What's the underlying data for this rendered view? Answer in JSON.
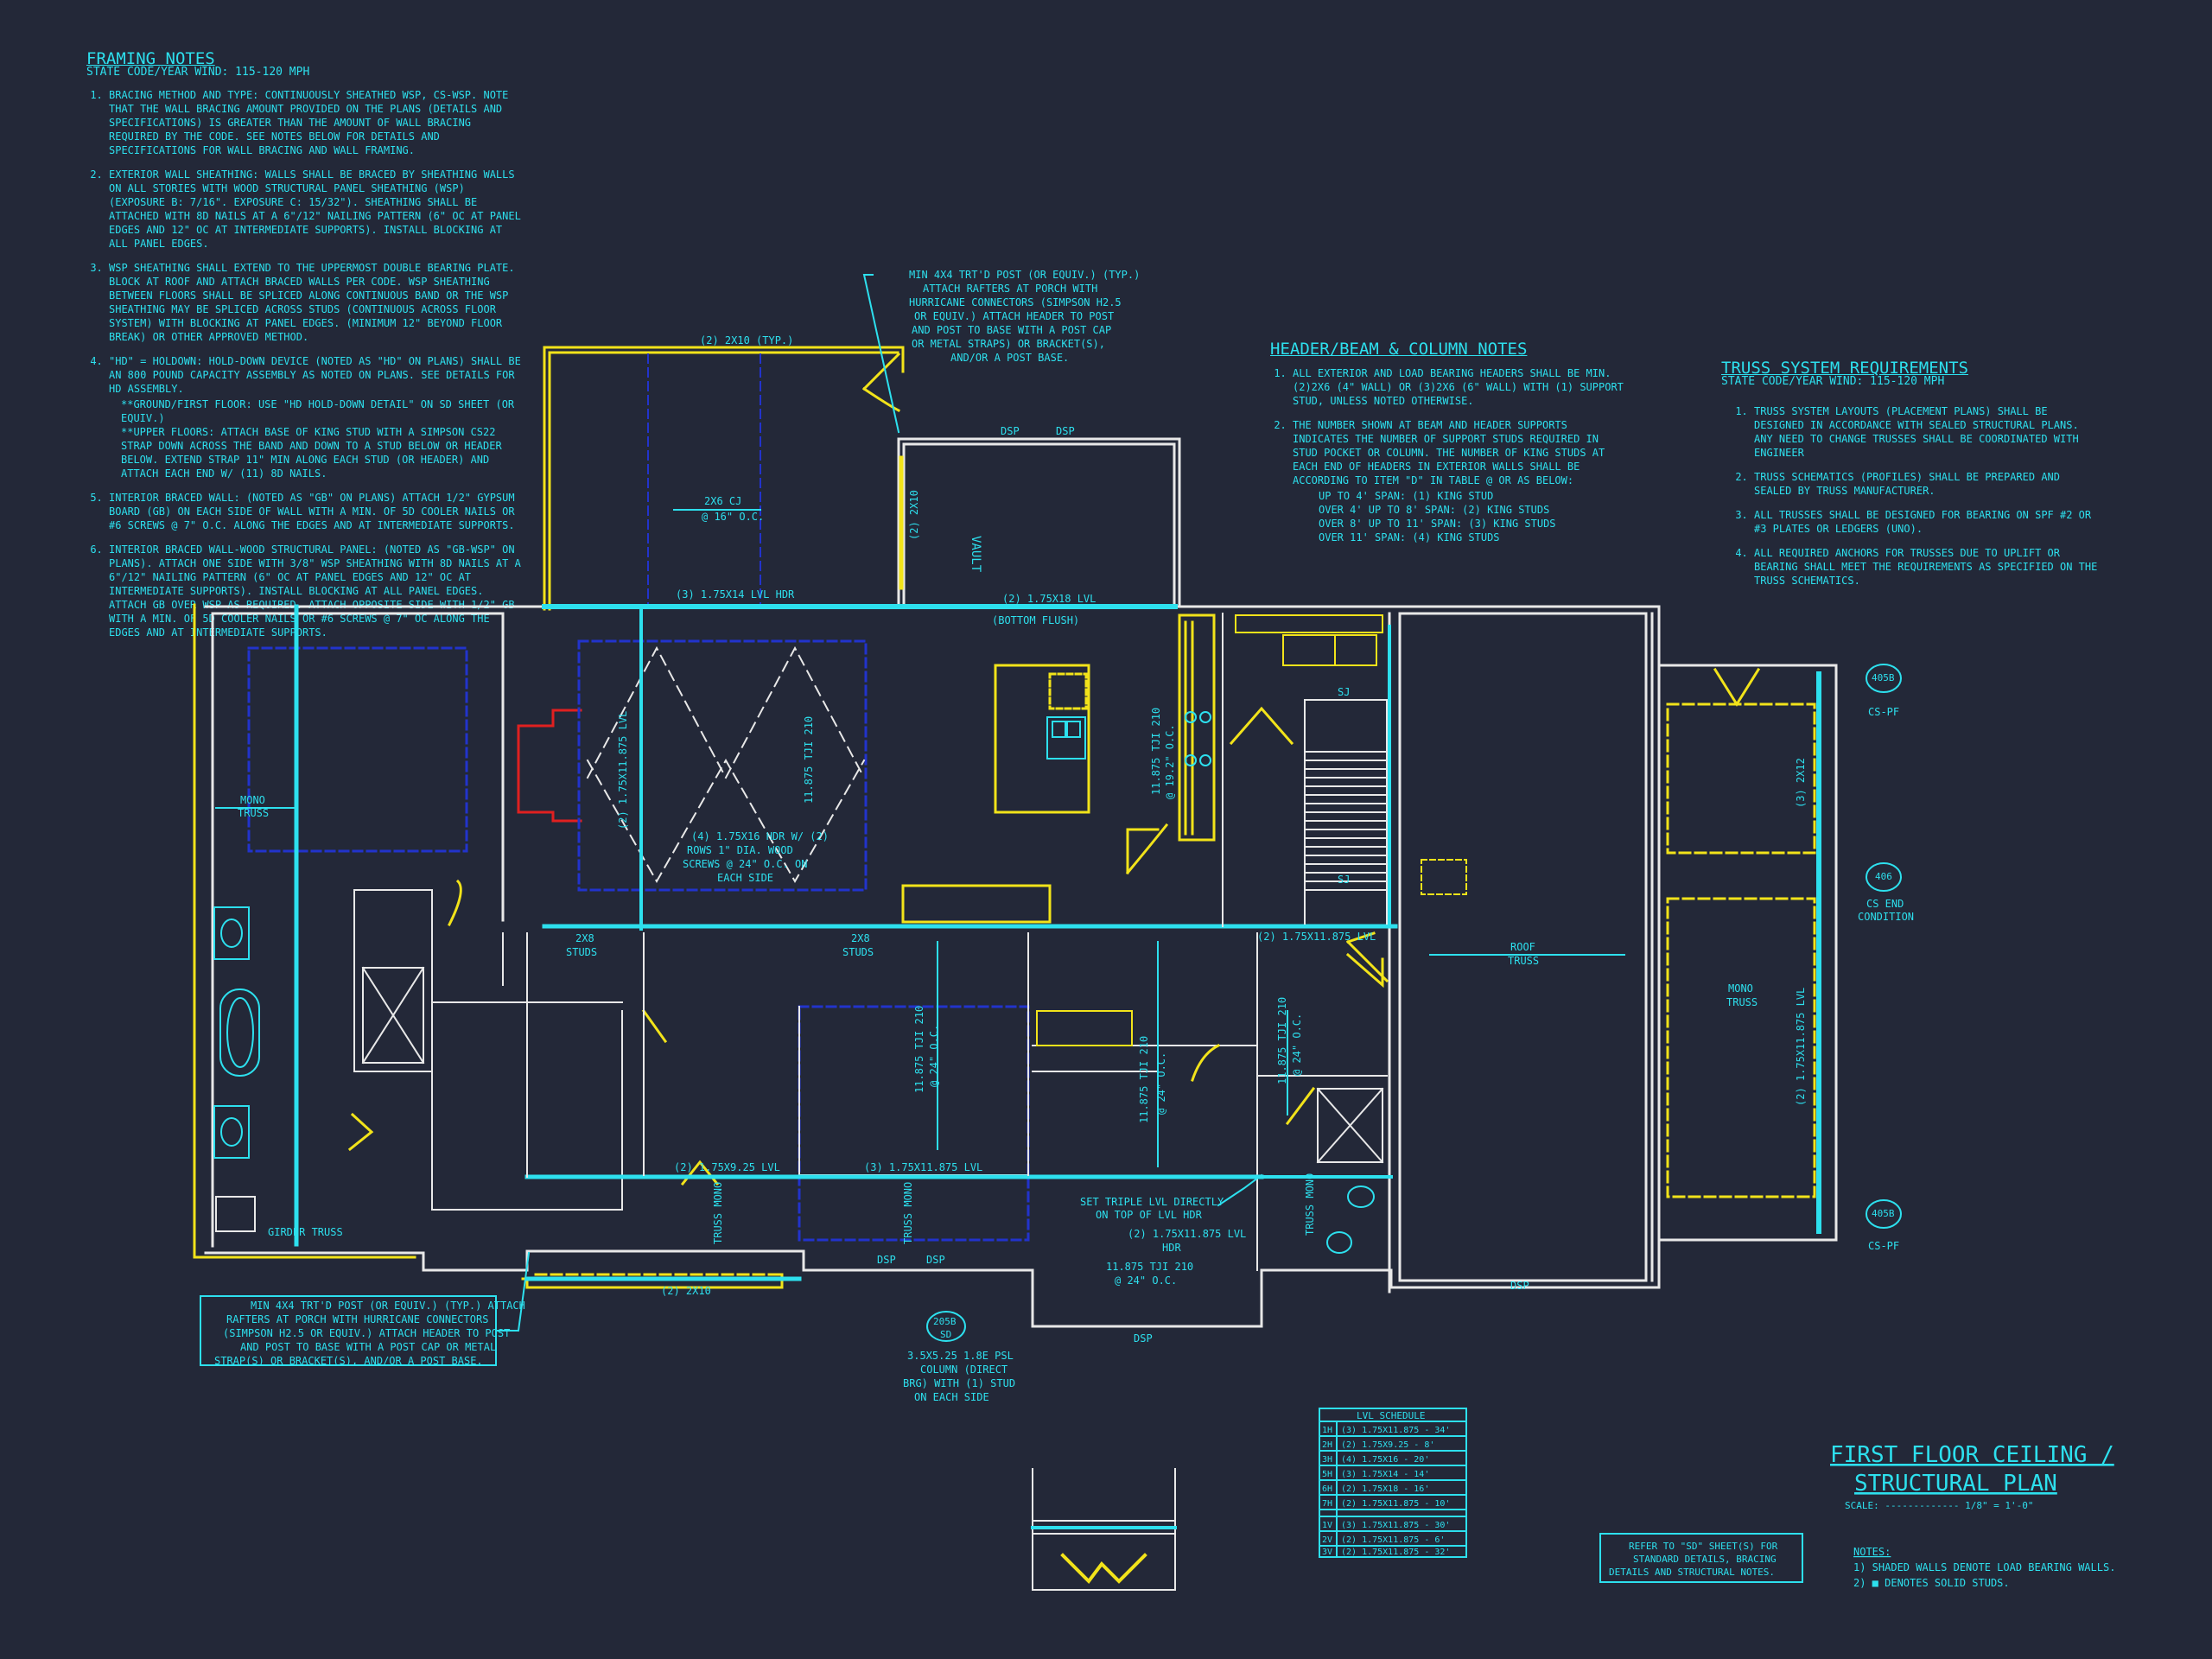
{
  "framing_notes": {
    "title": "FRAMING NOTES",
    "subtitle": "STATE CODE/YEAR Wind: 115-120 mph",
    "items": [
      "BRACING METHOD AND TYPE: CONTINUOUSLY SHEATHED WSP, CS-WSP. NOTE THAT THE WALL BRACING AMOUNT PROVIDED ON THE PLANS (DETAILS AND SPECIFICATIONS) IS GREATER THAN THE AMOUNT OF WALL BRACING REQUIRED BY THE CODE. SEE NOTES BELOW FOR DETAILS AND SPECIFICATIONS FOR WALL BRACING AND WALL FRAMING.",
      "EXTERIOR WALL SHEATHING: WALLS SHALL BE BRACED BY SHEATHING WALLS ON ALL STORIES WITH WOOD STRUCTURAL PANEL SHEATHING (WSP) (EXPOSURE B: 7/16\". EXPOSURE C: 15/32\"). SHEATHING SHALL BE ATTACHED WITH 8d NAILS AT A 6\"/12\" NAILING PATTERN (6\" OC AT PANEL EDGES AND 12\" OC AT INTERMEDIATE SUPPORTS). INSTALL BLOCKING AT ALL PANEL EDGES.",
      "WSP SHEATHING SHALL EXTEND TO THE UPPERMOST DOUBLE BEARING PLATE. BLOCK AT ROOF AND ATTACH BRACED WALLS PER CODE. WSP SHEATHING BETWEEN FLOORS SHALL BE SPLICED ALONG CONTINUOUS BAND OR THE WSP SHEATHING MAY BE SPLICED ACROSS STUDS (CONTINUOUS ACROSS FLOOR SYSTEM) WITH BLOCKING AT PANEL EDGES. (MINIMUM 12\" BEYOND FLOOR BREAK) OR OTHER APPROVED METHOD.",
      "\"HD\" = HOLDOWN: HOLD-DOWN DEVICE (NOTED AS \"HD\" ON PLANS) SHALL BE AN 800 POUND CAPACITY ASSEMBLY AS NOTED ON PLANS. SEE DETAILS FOR HD ASSEMBLY.",
      "INTERIOR BRACED WALL: (NOTED AS \"GB\" ON PLANS) ATTACH 1/2\" GYPSUM BOARD (GB) ON EACH SIDE OF WALL WITH A MIN. OF 5d COOLER NAILS OR #6 SCREWS @ 7\" O.C. ALONG THE EDGES AND AT INTERMEDIATE SUPPORTS.",
      "INTERIOR BRACED WALL-WOOD STRUCTURAL PANEL: (NOTED AS \"GB-WSP\" ON PLANS). ATTACH ONE SIDE WITH 3/8\" WSP SHEATHING WITH 8d NAILS AT A 6\"/12\" NAILING PATTERN (6\" OC AT PANEL EDGES AND 12\" OC AT INTERMEDIATE SUPPORTS). INSTALL BLOCKING AT ALL PANEL EDGES. ATTACH GB OVER WSP AS REQUIRED. ATTACH OPPOSITE SIDE WITH 1/2\" GB WITH A MIN. OF 5d COOLER NAILS OR #6 SCREWS @ 7\" OC ALONG THE EDGES AND AT INTERMEDIATE SUPPORTS."
    ],
    "sub_items": [
      "**GROUND/FIRST FLOOR: USE \"HD HOLD-DOWN DETAIL\" ON SD SHEET (OR EQUIV.)",
      "**UPPER FLOORS: ATTACH BASE OF KING STUD WITH A SIMPSON CS22 STRAP DOWN ACROSS THE BAND AND DOWN TO A STUD BELOW OR HEADER BELOW. EXTEND STRAP 11\" MIN ALONG EACH STUD (OR HEADER) AND ATTACH EACH END W/ (11) 8d NAILS."
    ]
  },
  "header_notes": {
    "title": "HEADER/BEAM & COLUMN NOTES",
    "items": [
      "ALL EXTERIOR AND LOAD BEARING HEADERS SHALL BE MIN. (2)2x6 (4\" WALL) OR (3)2x6 (6\" WALL) WITH (1) SUPPORT STUD, UNLESS NOTED OTHERWISE.",
      "THE NUMBER SHOWN AT BEAM AND HEADER SUPPORTS INDICATES THE NUMBER OF SUPPORT STUDS REQUIRED IN STUD POCKET OR COLUMN. THE NUMBER OF KING STUDS AT EACH END OF HEADERS IN EXTERIOR WALLS SHALL BE ACCORDING TO ITEM \"d\" IN TABLE @ OR AS BELOW:"
    ],
    "sub_items": [
      "UP TO 4' SPAN: (1) KING STUD",
      "OVER 4' UP TO 8' SPAN: (2) KING STUDS",
      "OVER 8' UP TO 11' SPAN: (3) KING STUDS",
      "OVER 11' SPAN: (4) KING STUDS"
    ]
  },
  "truss_notes": {
    "title": "TRUSS SYSTEM REQUIREMENTS",
    "subtitle": "STATE CODE/YEAR Wind: 115-120 mph",
    "items": [
      "TRUSS SYSTEM LAYOUTS (PLACEMENT PLANS) SHALL BE DESIGNED IN ACCORDANCE WITH SEALED STRUCTURAL PLANS. ANY NEED TO CHANGE TRUSSES SHALL BE COORDINATED WITH ENGINEER",
      "TRUSS SCHEMATICS (PROFILES) SHALL BE PREPARED AND SEALED BY TRUSS MANUFACTURER.",
      "ALL TRUSSES SHALL BE DESIGNED FOR BEARING ON SPF #2 OR #3 PLATES OR LEDGERS (UNO).",
      "ALL REQUIRED ANCHORS FOR TRUSSES DUE TO UPLIFT OR BEARING SHALL MEET THE REQUIREMENTS AS SPECIFIED ON THE TRUSS SCHEMATICS."
    ]
  },
  "callouts": {
    "porch_top": [
      "MIN 4x4 TRT'D POST (OR EQUIV.) (TYP.)",
      "ATTACH RAFTERS AT PORCH WITH",
      "HURRICANE CONNECTORS (SIMPSON H2.5",
      "OR EQUIV.) ATTACH HEADER TO POST",
      "AND POST TO BASE WITH A POST CAP",
      "OR METAL STRAPS) OR BRACKET(S),",
      "AND/OR A POST BASE."
    ],
    "porch_bottom": [
      "MIN 4x4 TRT'D POST (OR EQUIV.) (TYP.) ATTACH",
      "RAFTERS AT PORCH WITH HURRICANE CONNECTORS",
      "(SIMPSON H2.5 OR EQUIV.) ATTACH HEADER TO POST",
      "AND POST TO BASE WITH A POST CAP OR METAL",
      "STRAP(S) OR BRACKET(S), AND/OR A POST BASE."
    ],
    "column": [
      "3.5x5.25 1.8E PSL",
      "COLUMN (DIRECT",
      "BRG) WITH (1) STUD",
      "ON EACH SIDE"
    ],
    "triple_lvl": [
      "SET TRIPLE LVL DIRECTLY",
      "ON TOP OF LVL HDR"
    ],
    "refer_sd": [
      "REFER TO \"SD\" SHEET(S) FOR",
      "STANDARD DETAILS, BRACING",
      "DETAILS AND STRUCTURAL NOTES."
    ]
  },
  "plan_labels": {
    "porch_beam": "(2) 2x10 (TYP.)",
    "cj": "2x6 CJ",
    "cj_spacing": "@ 16\" O.C.",
    "vault": "VAULT",
    "two_2x10_vert": "(2) 2x10",
    "hdr_3_175x14": "(3) 1.75x14 LVL HDR",
    "lvl_2_175x18": "(2) 1.75x18 LVL",
    "bottom_flush": "(BOTTOM FLUSH)",
    "mono_truss": "MONO",
    "truss_word": "TRUSS",
    "lvl_4_175x16": "(4) 1.75x16 HDR w/ (2)",
    "lvl_4_note1": "ROWS 1\" DIA. WOOD",
    "lvl_4_note2": "SCREWS @ 24\" O.C. ON",
    "lvl_4_note3": "EACH SIDE",
    "studs_2x8": "2x8",
    "studs_word": "STUDS",
    "lvl_vert_a": "(2) 1.75x11.875 LVL",
    "tj_210": "11.875 TJI 210",
    "tj_210_spacing": "@ 19.2\" O.C.",
    "tj_24": "@ 24\" O.C.",
    "lvl_2_11875": "(2) 1.75x11.875 LVL",
    "lvl_3_11875": "(3) 1.75x11.875 LVL",
    "lvl_2_925": "(2) 1.75x9.25 LVL",
    "lvl_2_11875_hdr": "(2) 1.75x11.875 LVL",
    "hdr_word": "HDR",
    "roof_truss": "ROOF",
    "girder_truss": "GIRDER TRUSS",
    "two_2x12": "(3) 2x12",
    "two_2x10_bottom": "(2) 2x10",
    "dsp": "DSP",
    "sj": "SJ",
    "cs_end": "CS END",
    "condition": "CONDITION",
    "cs_pf": "CS-PF",
    "sd_405": "405B",
    "sd_406": "406",
    "sd_205": "205B",
    "sd_word": "SD",
    "truss_mono": "TRUSS MONO"
  },
  "lvl_schedule": {
    "title": "LVL SCHEDULE",
    "rows": [
      {
        "tag": "1H",
        "desc": "(3) 1.75x11.875 - 34'"
      },
      {
        "tag": "2H",
        "desc": "(2) 1.75x9.25 - 8'"
      },
      {
        "tag": "3H",
        "desc": "(4) 1.75x16 - 20'"
      },
      {
        "tag": "5H",
        "desc": "(3) 1.75x14 - 14'"
      },
      {
        "tag": "6H",
        "desc": "(2) 1.75x18 - 16'"
      },
      {
        "tag": "7H",
        "desc": "(2) 1.75x11.875 - 10'"
      },
      {
        "tag": "1V",
        "desc": "(3) 1.75x11.875 - 30'"
      },
      {
        "tag": "2V",
        "desc": "(2) 1.75x11.875 - 6'"
      },
      {
        "tag": "3V",
        "desc": "(2) 1.75x11.875 - 32'"
      }
    ]
  },
  "title_block": {
    "title_line1": "FIRST FLOOR CEILING /",
    "title_line2": "STRUCTURAL PLAN",
    "scale": "SCALE: ------------- 1/8\" = 1'-0\""
  },
  "legend": {
    "title": "NOTES:",
    "item1": "1) SHADED WALLS DENOTE LOAD BEARING WALLS.",
    "item2": "2) ■ DENOTES SOLID STUDS."
  },
  "colors": {
    "background": "#232838",
    "wall": "#e8e8e8",
    "cyan": "#2de0ee",
    "yellow": "#f2e31a",
    "blue": "#2233cc",
    "red": "#e02020"
  }
}
